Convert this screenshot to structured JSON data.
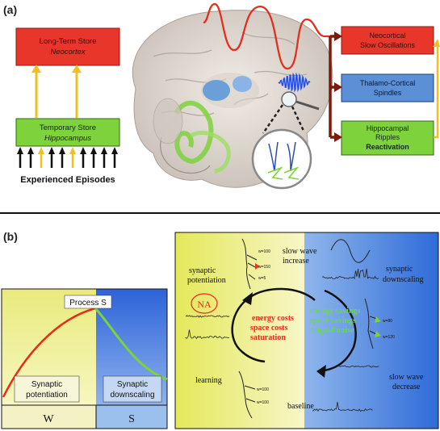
{
  "panel_a": {
    "label": "(a)",
    "ltm_line1": "Long-Term Store",
    "ltm_line2": "Neocortex",
    "tmp_line1": "Temporary Store",
    "tmp_line2": "Hippocampus",
    "episodes": "Experienced Episodes",
    "slow_osc_1": "Neocortical",
    "slow_osc_2": "Slow Oscillations",
    "spindles_1": "Thalamo-Cortical",
    "spindles_2": "Spindles",
    "ripples_1": "Hippocampal",
    "ripples_2": "Ripples",
    "ripples_3": "Reactivation",
    "colors": {
      "red_box": "#e8362a",
      "blue_box": "#5b8fd6",
      "green_box": "#7ed23c",
      "arrow_yellow": "#f0c020",
      "arrow_brown": "#7a1a0a"
    }
  },
  "panel_b": {
    "label": "(b)",
    "process_s": "Process S",
    "syn_pot_1": "Synaptic",
    "syn_pot_2": "potentiation",
    "syn_down_1": "Synaptic",
    "syn_down_2": "downscaling",
    "wake": "W",
    "sleep": "S",
    "right": {
      "syn_pot_1": "synaptic",
      "syn_pot_2": "potentiation",
      "slow_inc_1": "slow wave",
      "slow_inc_2": "increase",
      "syn_down_1": "synaptic",
      "syn_down_2": "downscaling",
      "na": "NA",
      "cost_1": "energy costs",
      "cost_2": "space costs",
      "cost_3": "saturation",
      "save_1": "energy savings",
      "save_2": "space savings",
      "save_3": "↑signal/noise",
      "learning": "learning",
      "baseline": "baseline",
      "slow_dec_1": "slow wave",
      "slow_dec_2": "decrease",
      "w100a": "w=100",
      "w150": "w=150",
      "w5": "w=5",
      "w80": "w=80",
      "w120": "w=120",
      "w100b": "w=100",
      "w100c": "w=100"
    }
  }
}
